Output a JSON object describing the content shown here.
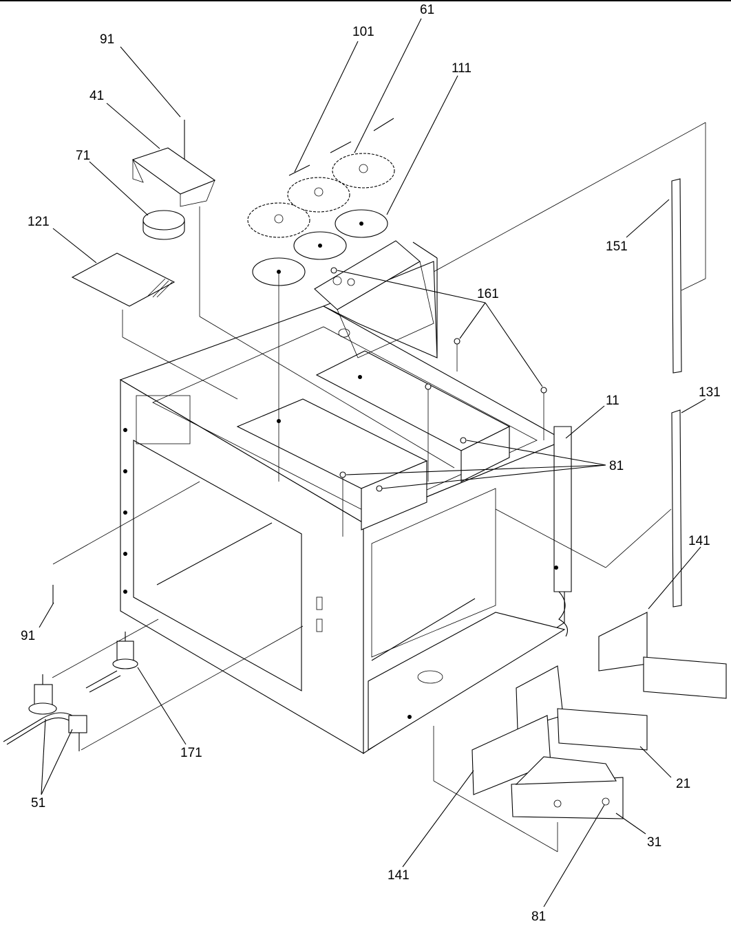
{
  "callouts": {
    "c91_top": "91",
    "c41": "41",
    "c71": "71",
    "c121": "121",
    "c101": "101",
    "c61": "61",
    "c111": "111",
    "c151": "151",
    "c161": "161",
    "c11": "11",
    "c131": "131",
    "c81_mid": "81",
    "c141_right": "141",
    "c91_left": "91",
    "c171": "171",
    "c51": "51",
    "c21": "21",
    "c31": "31",
    "c141_bottom": "141",
    "c81_bottom": "81"
  }
}
